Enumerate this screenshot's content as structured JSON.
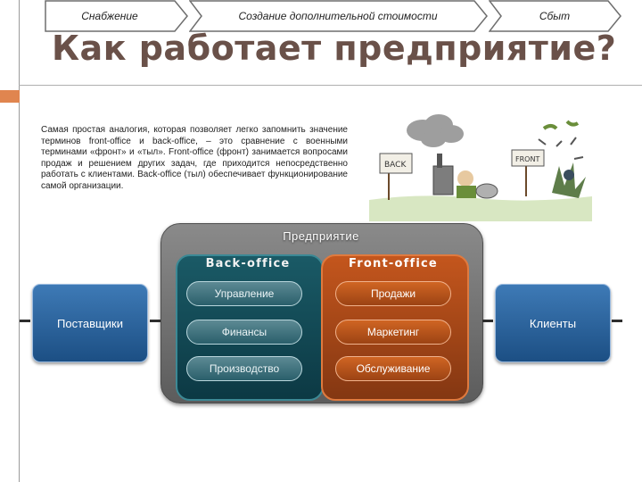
{
  "slide": {
    "title": "Как работает предприятие?",
    "intro_text": "Самая простая аналогия, которая позволяет легко запомнить значение терминов front-office и back-office, – это сравнение с военными терминами «фронт» и «тыл». Front-office (фронт) занимается вопросами продаж и решением других задач, где приходится непосредственно работать с клиентами. Back-office (тыл) обеспечивает функционирование самой организации."
  },
  "cartoon": {
    "sign_back": "BACK",
    "sign_front": "FRONT"
  },
  "diagram": {
    "enterprise_label": "Предприятие",
    "back_office": {
      "title": "Back-office",
      "items": [
        "Управление",
        "Финансы",
        "Производство"
      ]
    },
    "front_office": {
      "title": "Front-office",
      "items": [
        "Продажи",
        "Маркетинг",
        "Обслуживание"
      ]
    },
    "suppliers": "Поставщики",
    "clients": "Клиенты"
  },
  "process_arrows": [
    "Снабжение",
    "Создание дополнительной стоимости",
    "Сбыт"
  ],
  "colors": {
    "title": "#6a5149",
    "accent_tab": "#e0854f",
    "back_office": "#0f4450",
    "front_office": "#b34c19",
    "side_boxes": "#2a6199",
    "enterprise_frame": "#6e6e6e"
  }
}
